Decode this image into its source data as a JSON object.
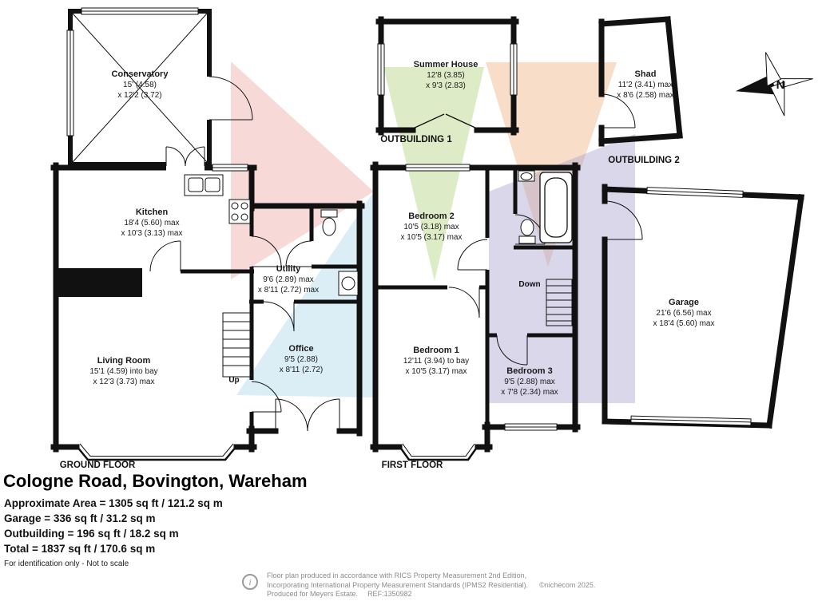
{
  "title": "Cologne Road, Bovington, Wareham",
  "area_summary": {
    "approximate": "Approximate Area = 1305 sq ft / 121.2 sq m",
    "garage": "Garage = 336 sq ft / 31.2 sq m",
    "outbuilding": "Outbuilding = 196 sq ft / 18.2 sq m",
    "total": "Total = 1837 sq ft / 170.6 sq m"
  },
  "disclaimer": "For identification only - Not to scale",
  "floors": {
    "ground": "GROUND FLOOR",
    "first": "FIRST FLOOR"
  },
  "outbuildings": {
    "one": "OUTBUILDING 1",
    "two": "OUTBUILDING 2"
  },
  "rooms": {
    "conservatory": {
      "name": "Conservatory",
      "dim1": "15' (4.58)",
      "dim2": "x 12'2 (3.72)"
    },
    "kitchen": {
      "name": "Kitchen",
      "dim1": "18'4 (5.60) max",
      "dim2": "x 10'3 (3.13) max"
    },
    "utility": {
      "name": "Utility",
      "dim1": "9'6 (2.89) max",
      "dim2": "x 8'11 (2.72) max"
    },
    "office": {
      "name": "Office",
      "dim1": "9'5 (2.88)",
      "dim2": "x 8'11 (2.72)"
    },
    "living_room": {
      "name": "Living Room",
      "dim1": "15'1 (4.59) into bay",
      "dim2": "x 12'3 (3.73) max"
    },
    "summer_house": {
      "name": "Summer House",
      "dim1": "12'8 (3.85)",
      "dim2": "x 9'3 (2.83)"
    },
    "shed": {
      "name": "Shad",
      "dim1": "11'2 (3.41) max",
      "dim2": "x 8'6 (2.58) max"
    },
    "bedroom1": {
      "name": "Bedroom 1",
      "dim1": "12'11 (3.94) to bay",
      "dim2": "x 10'5 (3.17) max"
    },
    "bedroom2": {
      "name": "Bedroom 2",
      "dim1": "10'5 (3.18) max",
      "dim2": "x 10'5 (3.17) max"
    },
    "bedroom3": {
      "name": "Bedroom 3",
      "dim1": "9'5 (2.88) max",
      "dim2": "x 7'8 (2.34) max"
    },
    "garage": {
      "name": "Garage",
      "dim1": "21'6 (6.56) max",
      "dim2": "x 18'4 (5.60) max"
    }
  },
  "stairs": {
    "up": "Up",
    "down": "Down"
  },
  "compass": {
    "north": "N"
  },
  "footer": {
    "info_icon": "i",
    "line1": "Floor plan produced in accordance with RICS Property Measurement 2nd Edition,",
    "line2": "Incorporating International Property Measurement Standards (IPMS2 Residential).",
    "copyright": "©nichecom 2025.",
    "produced": "Produced for Meyers Estate.",
    "ref": "REF:1350982"
  },
  "colors": {
    "wall": "#111111",
    "wash_pink": "#eba79f",
    "wash_blue": "#a9d6e8",
    "wash_green": "#bcd98d",
    "wash_orange": "#f2bd92",
    "wash_lavender": "#a79fcd"
  }
}
